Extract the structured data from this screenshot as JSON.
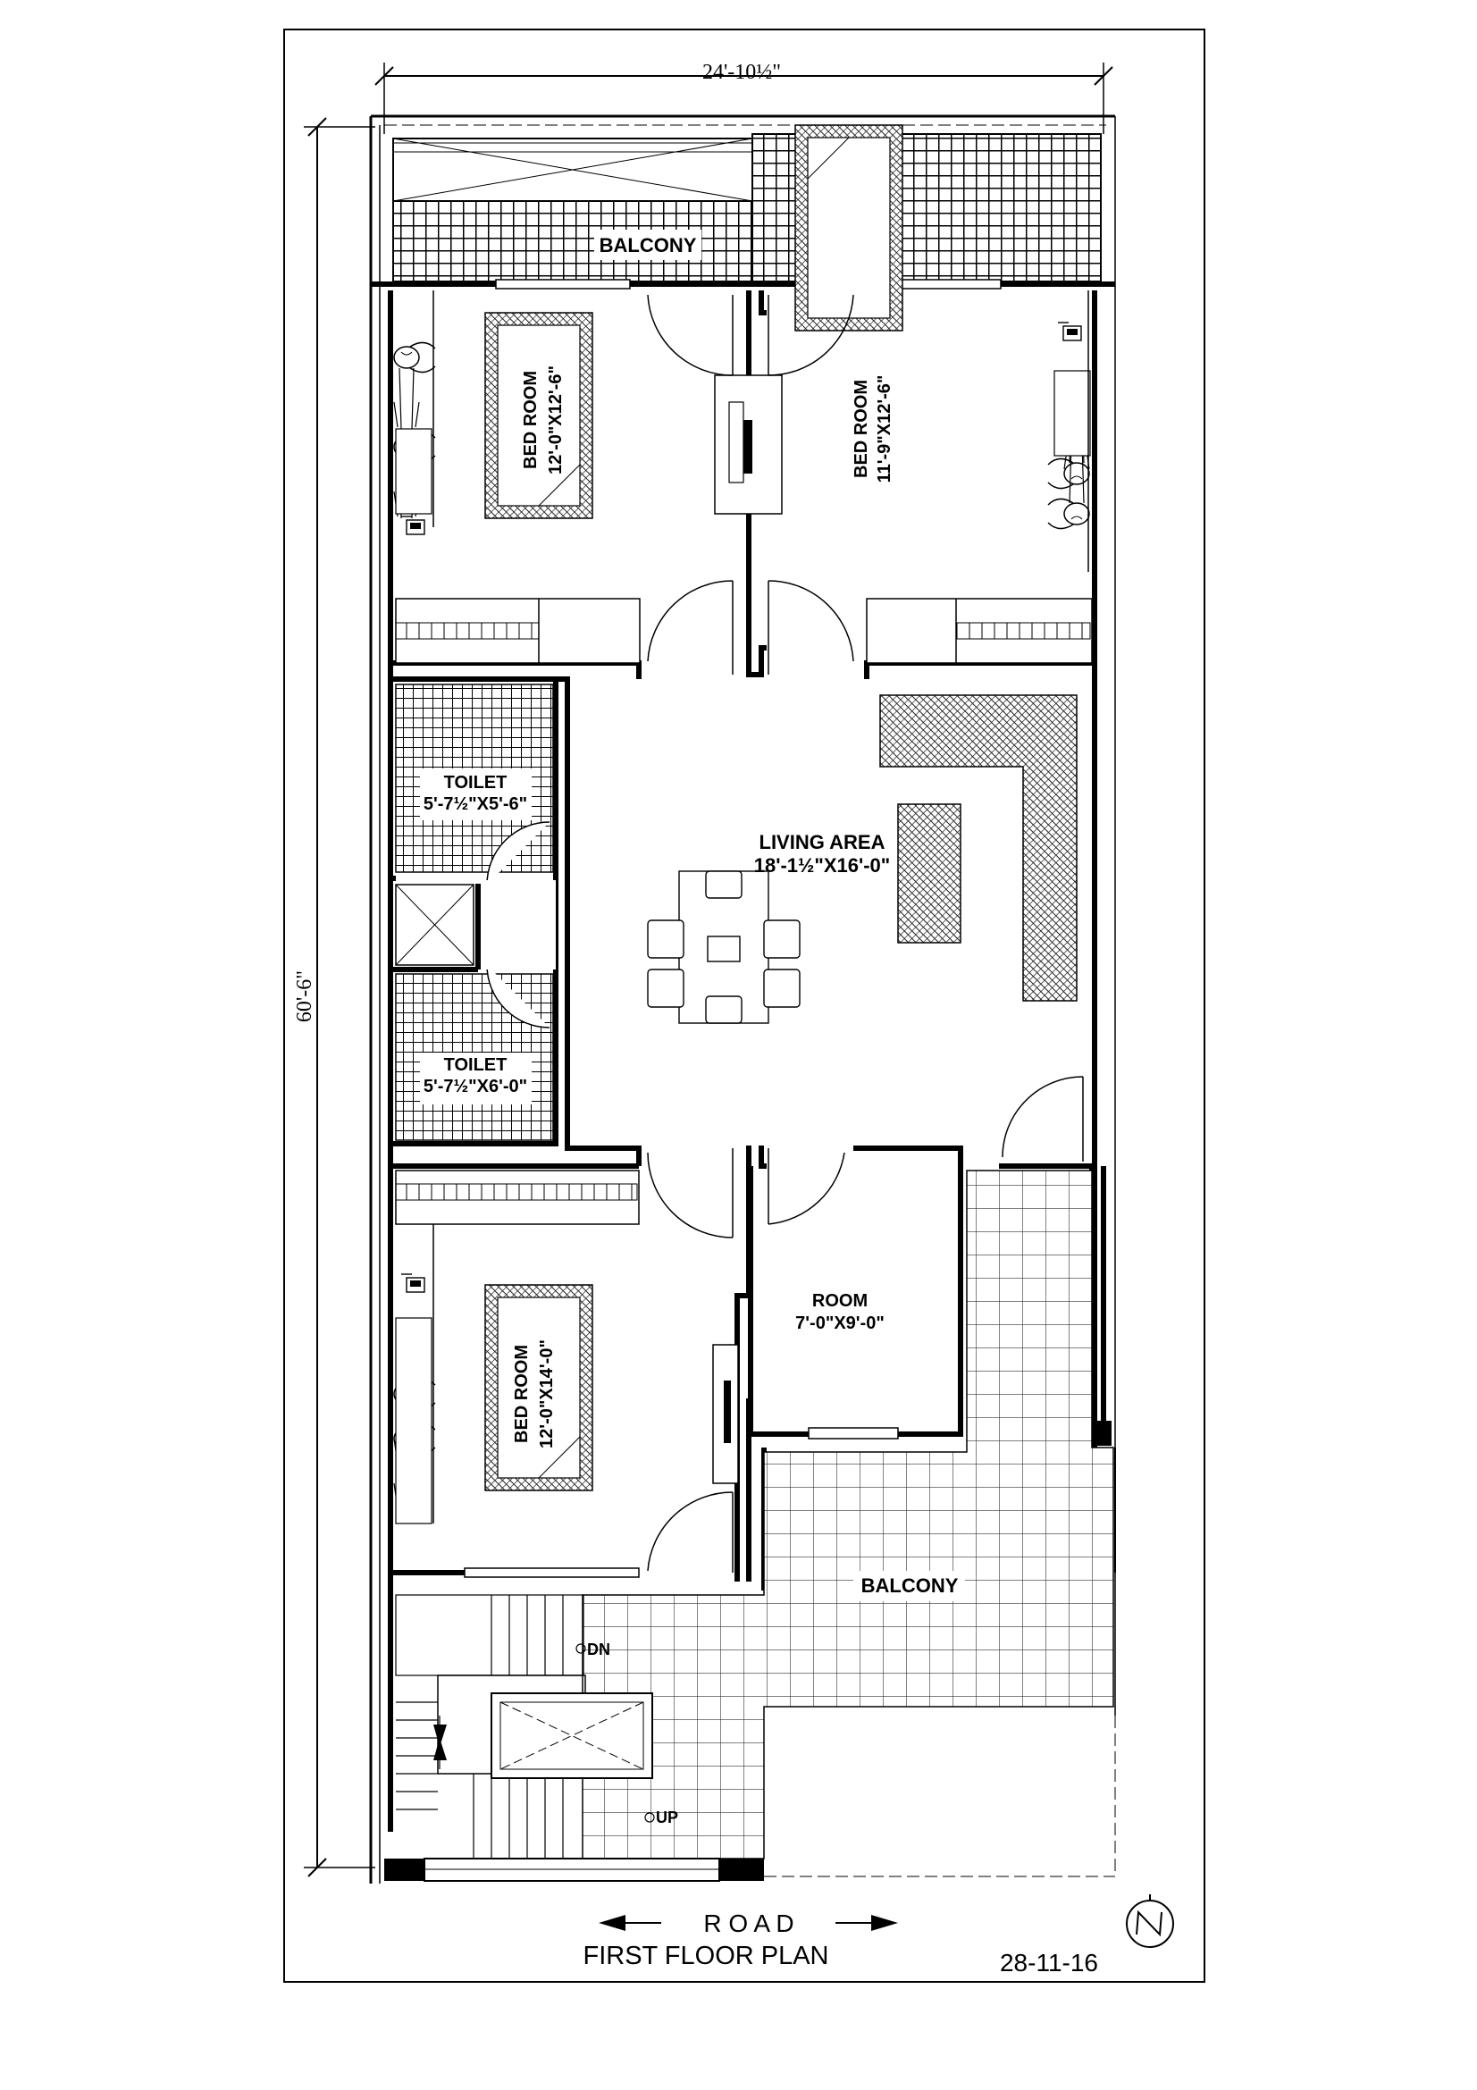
{
  "dimensions": {
    "width_label": "24'-10½\"",
    "height_label": "60'-6\""
  },
  "rooms": {
    "balcony_top": "BALCONY",
    "bedroom_1": {
      "name": "BED ROOM",
      "size": "12'-0\"X12'-6\""
    },
    "bedroom_2": {
      "name": "BED ROOM",
      "size": "11'-9\"X12'-6\""
    },
    "toilet_1": {
      "name": "TOILET",
      "size": "5'-7½\"X5'-6\""
    },
    "toilet_2": {
      "name": "TOILET",
      "size": "5'-7½\"X6'-0\""
    },
    "living": {
      "name": "LIVING AREA",
      "size": "18'-1½\"X16'-0\""
    },
    "room": {
      "name": "ROOM",
      "size": "7'-0\"X9'-0\""
    },
    "bedroom_3": {
      "name": "BED ROOM",
      "size": "12'-0\"X14'-0\""
    },
    "balcony_bottom": "BALCONY"
  },
  "stairs": {
    "down": "DN",
    "up": "UP"
  },
  "footer": {
    "road": "R O A D",
    "title": "FIRST FLOOR PLAN",
    "date": "28-11-16"
  },
  "icons": [
    "north-arrow-icon",
    "bed-icon",
    "person-icon",
    "phone-icon",
    "dining-table-icon"
  ]
}
